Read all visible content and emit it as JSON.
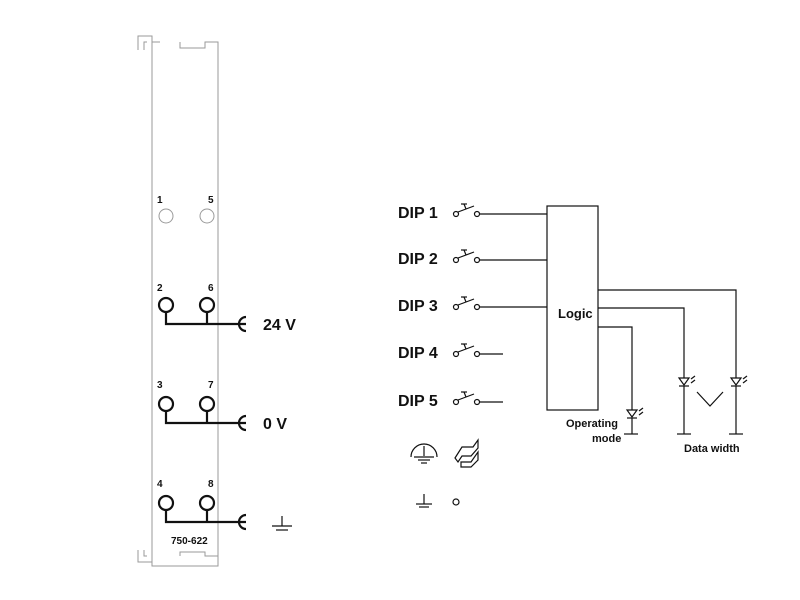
{
  "module": {
    "part_number": "750-622",
    "terminals": [
      {
        "left": "1",
        "right": "5"
      },
      {
        "left": "2",
        "right": "6"
      },
      {
        "left": "3",
        "right": "7"
      },
      {
        "left": "4",
        "right": "8"
      }
    ],
    "supply_labels": [
      "24 V",
      "0 V"
    ]
  },
  "schematic": {
    "dip_switches": [
      "DIP 1",
      "DIP 2",
      "DIP 3",
      "DIP 4",
      "DIP 5"
    ],
    "logic_label": "Logic",
    "operating_mode_label": [
      "Operating",
      "mode"
    ],
    "data_width_label": "Data width"
  }
}
